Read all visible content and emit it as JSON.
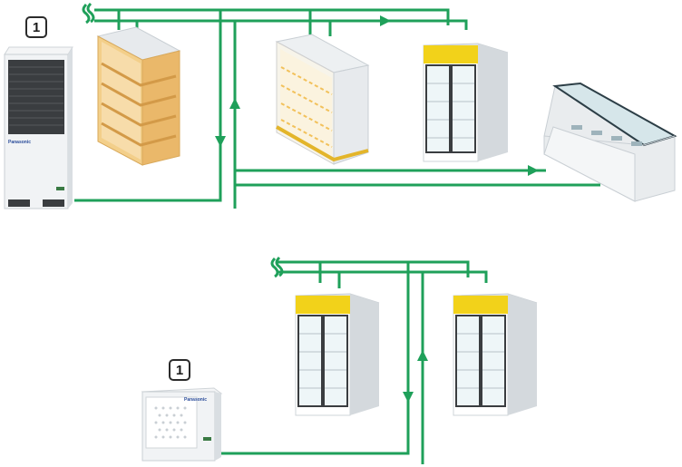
{
  "diagram": {
    "colors": {
      "pipe": "#1fa05a",
      "accent_yellow": "#f2d21a",
      "wood": "#f0c376",
      "cabinet_grey": "#e9ecee",
      "dark_unit": "#3a3d40"
    },
    "systems": [
      {
        "badge": "1",
        "outdoor_unit": {
          "brand": "Panasonic",
          "type": "large-outdoor-unit"
        },
        "indoor_units": [
          "open-shelf-rack",
          "open-multideck-case",
          "glass-door-cooler",
          "serve-over-counter"
        ]
      },
      {
        "badge": "1",
        "outdoor_unit": {
          "brand": "Panasonic",
          "type": "compact-outdoor-unit"
        },
        "indoor_units": [
          "glass-door-cooler",
          "glass-door-cooler"
        ]
      }
    ]
  }
}
